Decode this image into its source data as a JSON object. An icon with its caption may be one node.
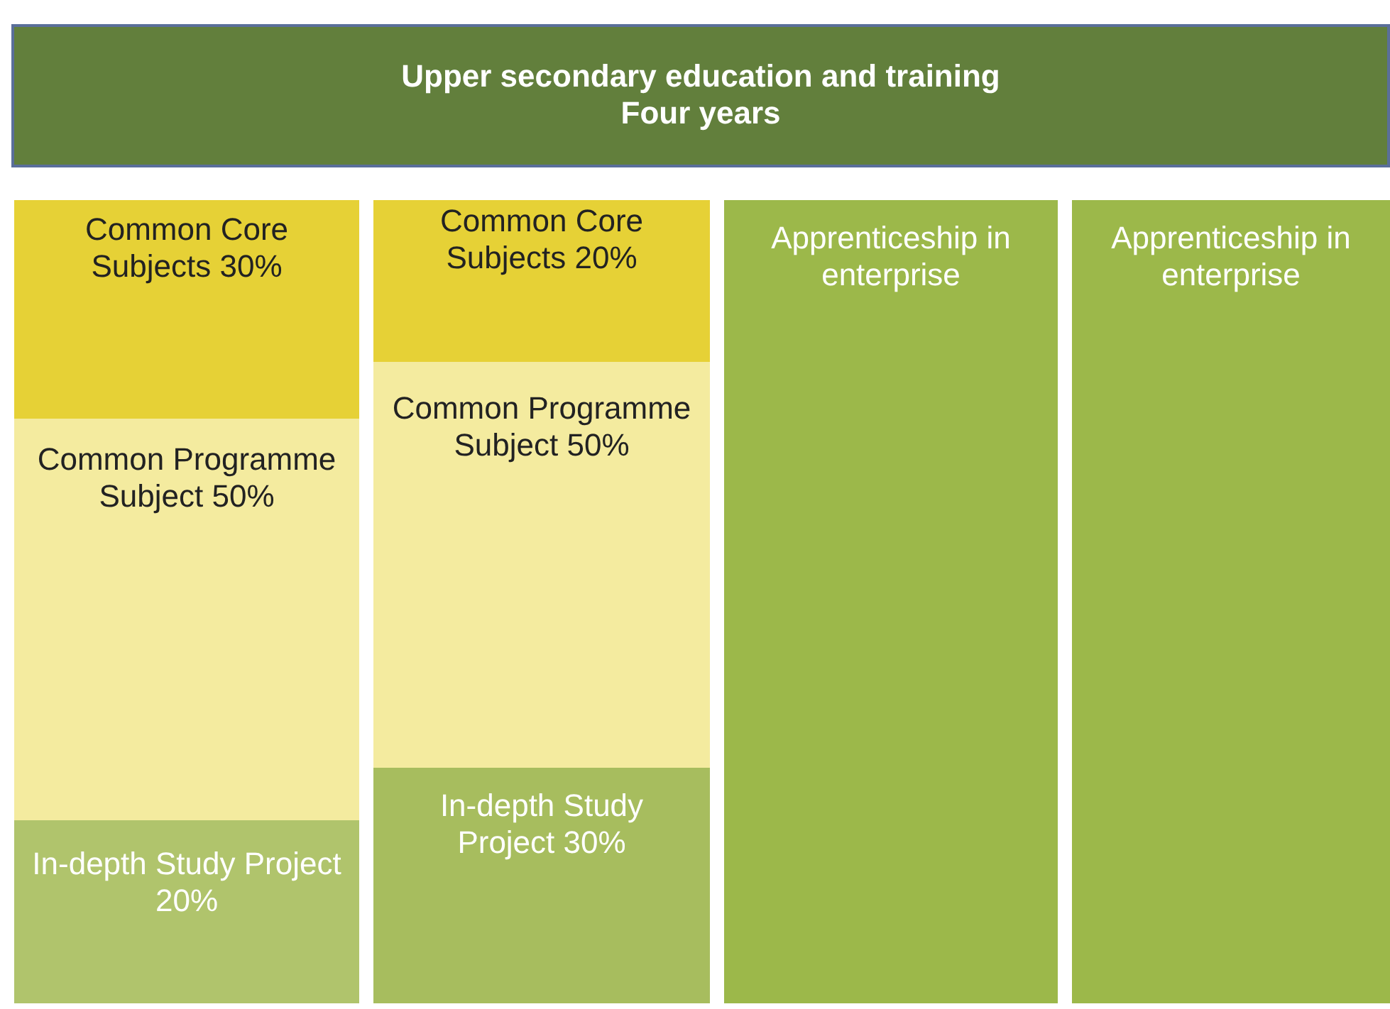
{
  "diagram": {
    "nodes": [
      {
        "text": [
          "Upper secondary education and training",
          "Four years"
        ]
      },
      {
        "text": [
          "Common Core Subjects 30%"
        ]
      },
      {
        "text": [
          "Common Programme Subject 50%"
        ]
      },
      {
        "text": [
          "In-depth Study Project 20%"
        ]
      },
      {
        "text": [
          "Common Core Subjects 20%"
        ]
      },
      {
        "text": [
          "Common Programme Subject 50%"
        ]
      },
      {
        "text": [
          "In-depth Study Project 30%"
        ]
      },
      {
        "text": [
          "Apprenticeship in enterprise"
        ]
      },
      {
        "text": [
          "Apprenticeship in enterprise"
        ]
      }
    ]
  }
}
